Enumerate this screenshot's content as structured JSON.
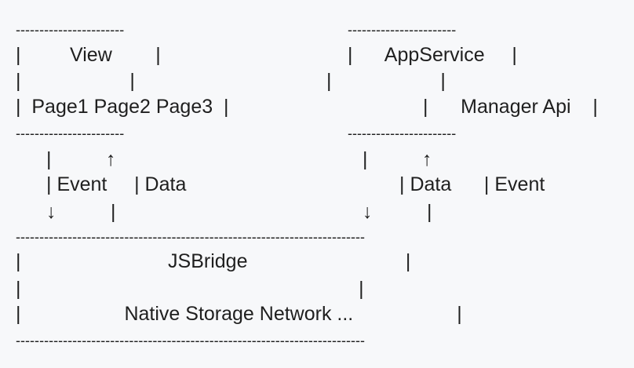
{
  "diagram": {
    "view_box": {
      "top_rule": "-----------------------",
      "line1": "|         View        |",
      "line2": "|                    |",
      "line3": "|  Page1 Page2 Page3  |",
      "bottom_rule": "-----------------------"
    },
    "appservice_box": {
      "top_rule": "-----------------------",
      "line1": "|      AppService     |",
      "line2": "|                    |",
      "line3": "|      Manager Api    |",
      "bottom_rule": "-----------------------"
    },
    "left_arrows": {
      "line1": "|          ↑",
      "line2": "| Event     | Data",
      "line3": "↓          |"
    },
    "right_arrows": {
      "line1": "|          ↑",
      "line2": "| Data      | Event",
      "line3": "↓          |"
    },
    "bridge_box": {
      "top_rule": "--------------------------------------------------------------------------",
      "line1": "|                           JSBridge                             |",
      "line2": "|                                                              |",
      "line3": "|                   Native Storage Network ...                   |",
      "bottom_rule": "--------------------------------------------------------------------------"
    }
  }
}
